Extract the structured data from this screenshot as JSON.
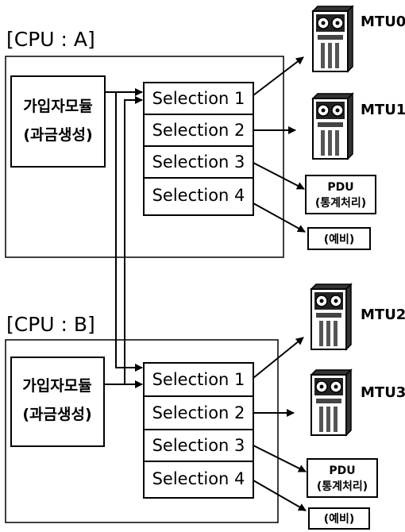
{
  "cpus": [
    {
      "label": "[CPU : A]",
      "module": {
        "line1": "가입자모듈",
        "line2": "(과금생성)"
      },
      "selections": [
        "Selection 1",
        "Selection 2",
        "Selection 3",
        "Selection 4"
      ],
      "tapes": [
        "MTU0",
        "MTU1"
      ],
      "pdu": {
        "line1": "PDU",
        "line2": "(통계처리)"
      },
      "spare": "(예비)"
    },
    {
      "label": "[CPU : B]",
      "module": {
        "line1": "가입자모듈",
        "line2": "(과금생성)"
      },
      "selections": [
        "Selection 1",
        "Selection 2",
        "Selection 3",
        "Selection 4"
      ],
      "tapes": [
        "MTU2",
        "MTU3"
      ],
      "pdu": {
        "line1": "PDU",
        "line2": "(통계처리)"
      },
      "spare": "(예비)"
    }
  ],
  "icons": {
    "tape_unit": "tape-drive-icon"
  }
}
